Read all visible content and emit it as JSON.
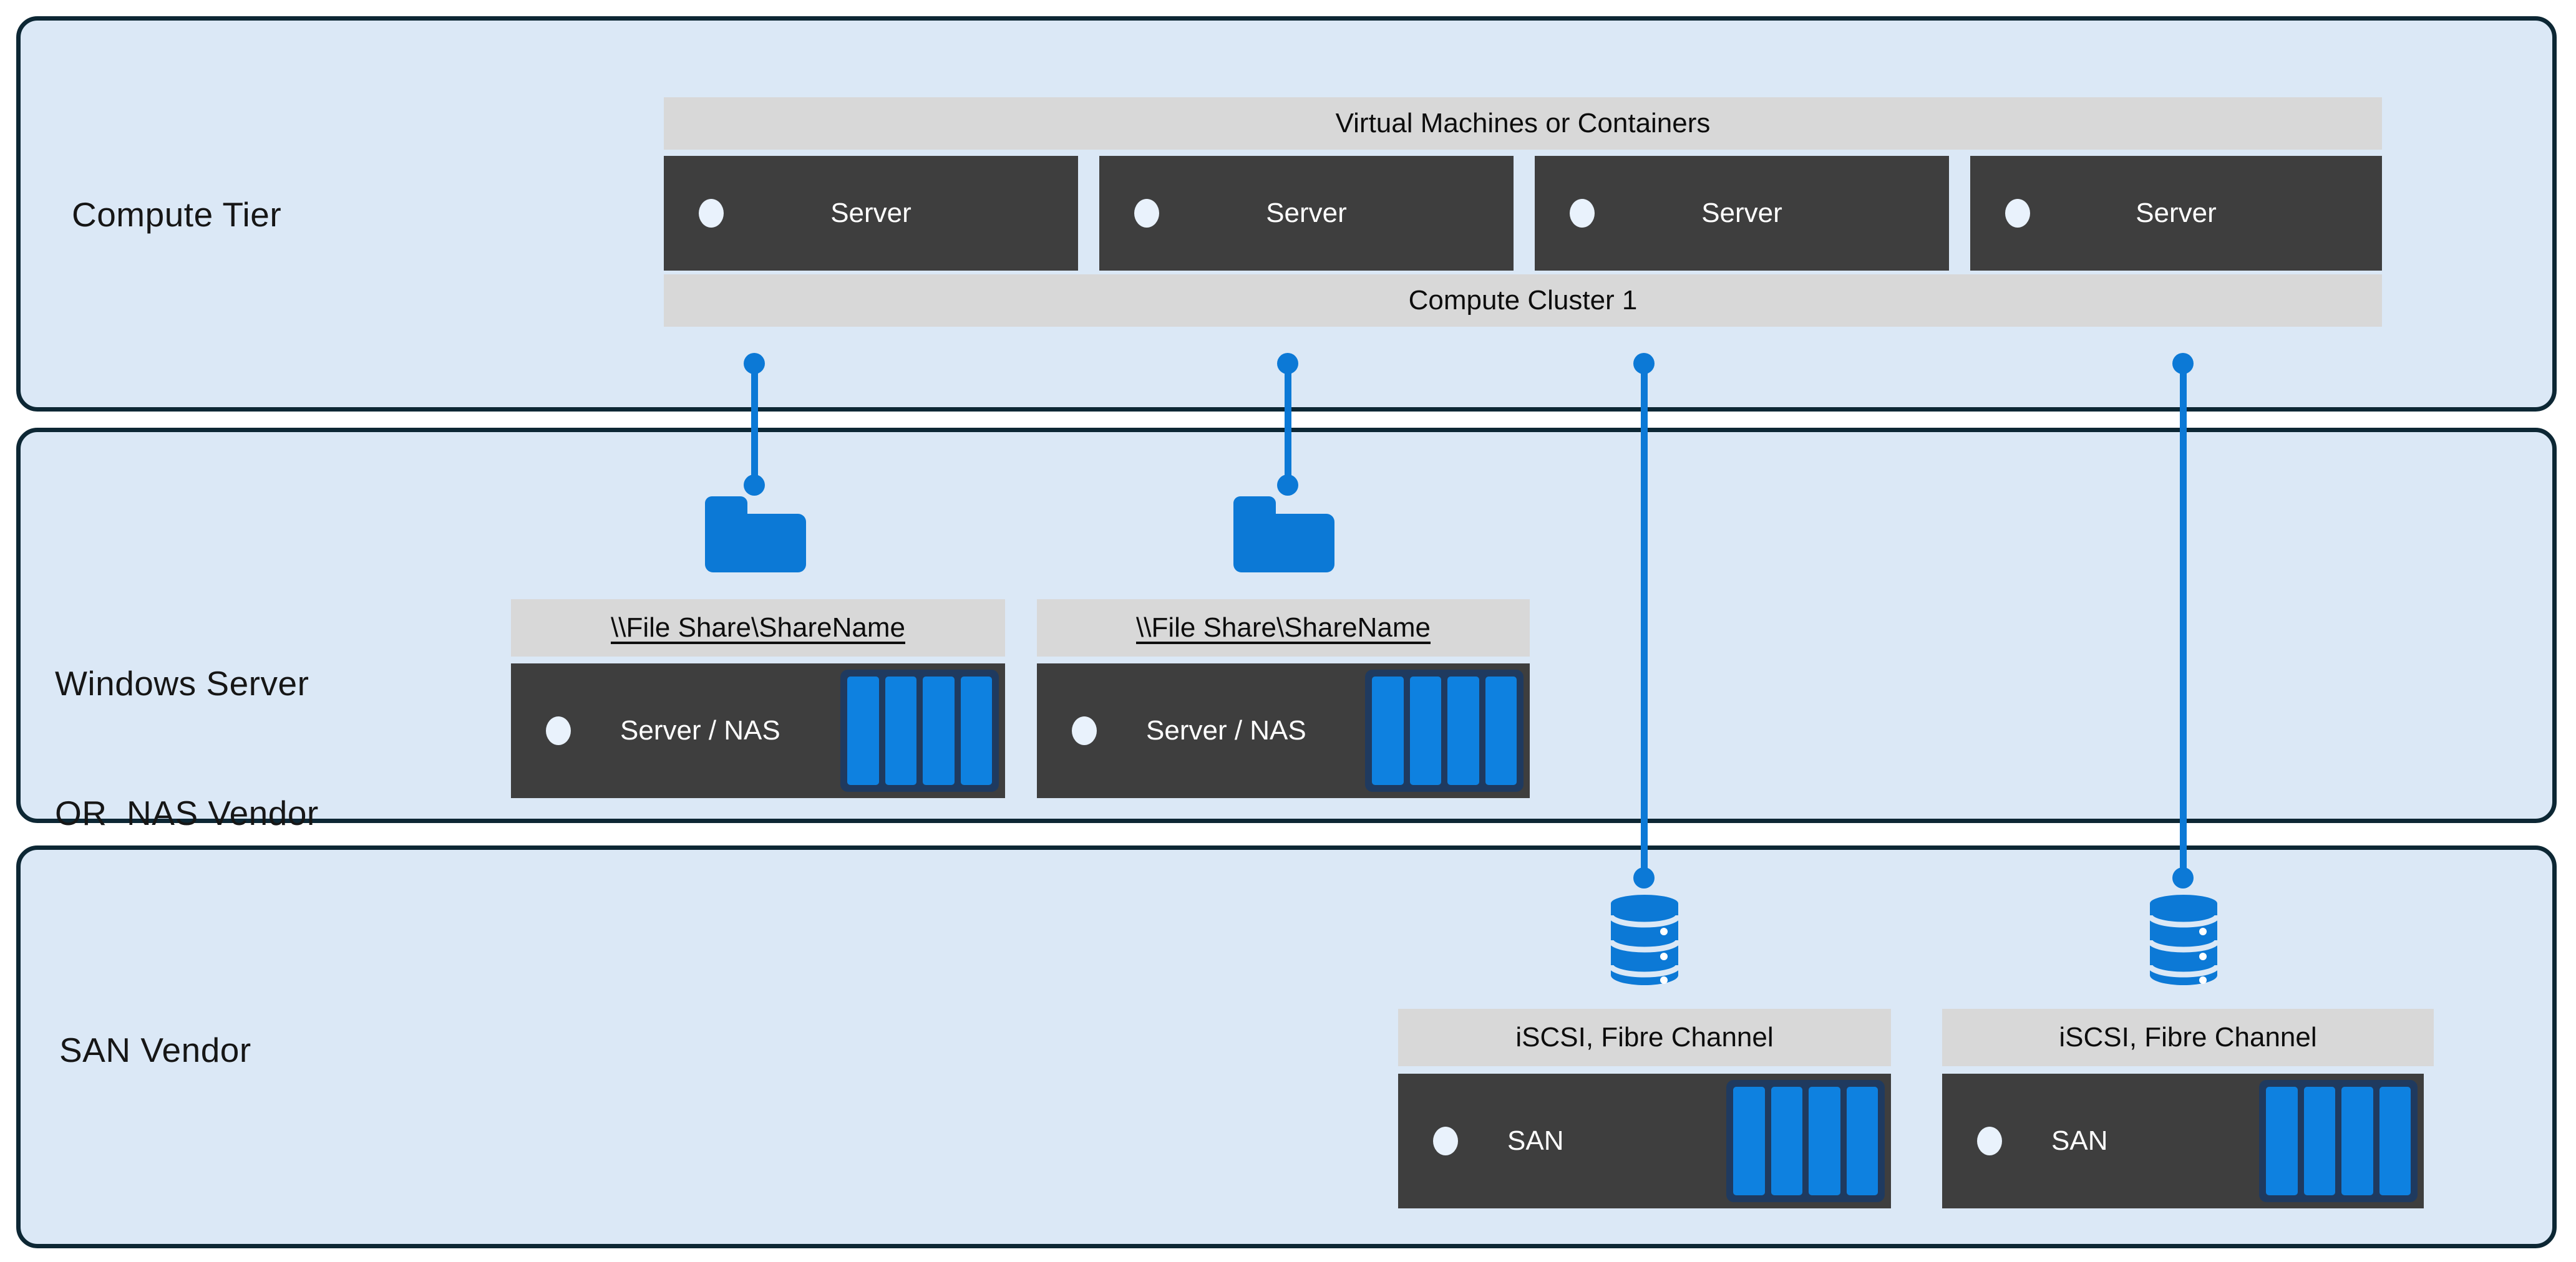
{
  "colors": {
    "tier_fill": "#dbe8f6",
    "tier_border": "#0d2734",
    "bar_gray": "#d8d8d8",
    "box_dark": "#3e3e3e",
    "accent_blue": "#0c79d6",
    "disk_blue": "#0e81e0",
    "disk_frame_navy": "#1f3a5f",
    "led_white": "#e9f2fc"
  },
  "tiers": {
    "compute": {
      "label": "Compute Tier"
    },
    "nas": {
      "label_line1": "Windows Server",
      "label_line2": "OR  NAS Vendor"
    },
    "san": {
      "label": "SAN Vendor"
    }
  },
  "compute_cluster": {
    "top_bar_label": "Virtual Machines or Containers",
    "bottom_bar_label": "Compute Cluster 1",
    "servers": [
      {
        "label": "Server"
      },
      {
        "label": "Server"
      },
      {
        "label": "Server"
      },
      {
        "label": "Server"
      }
    ]
  },
  "file_share_groups": [
    {
      "path": "\\\\File Share\\ShareName",
      "device": "Server / NAS"
    },
    {
      "path": "\\\\File Share\\ShareName",
      "device": "Server / NAS"
    }
  ],
  "san_groups": [
    {
      "protocol": "iSCSI, Fibre Channel",
      "device": "SAN"
    },
    {
      "protocol": "iSCSI, Fibre Channel",
      "device": "SAN"
    }
  ],
  "icons": {
    "folder": "folder-icon",
    "database": "database-icon",
    "led": "led-icon",
    "disk_array": "disk-array-icon",
    "connector": "connector-line"
  }
}
